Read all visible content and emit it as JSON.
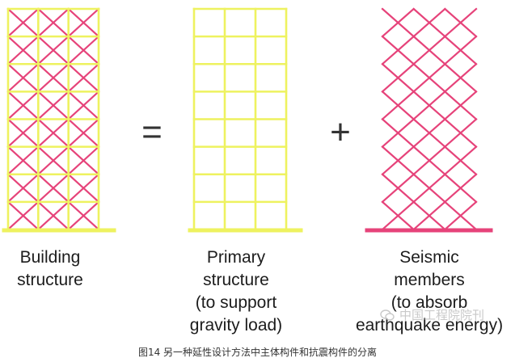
{
  "colors": {
    "frame": "#eef25f",
    "brace": "#e6437a",
    "base_primary": "#eef25f",
    "base_seismic": "#e6437a",
    "operator": "#333333"
  },
  "figure": {
    "equals_symbol": "=",
    "plus_symbol": "+"
  },
  "labels": {
    "building": [
      "Building",
      "structure"
    ],
    "primary": [
      "Primary",
      "structure",
      "(to support",
      "gravity load)"
    ],
    "seismic": [
      "Seismic",
      "members",
      "(to absorb",
      "earthquake energy)"
    ]
  },
  "watermark": {
    "icon": "wechat-icon",
    "text": "中国工程院院刊"
  },
  "caption": "图14 另一种延性设计方法中主体构件和抗震构件的分离"
}
